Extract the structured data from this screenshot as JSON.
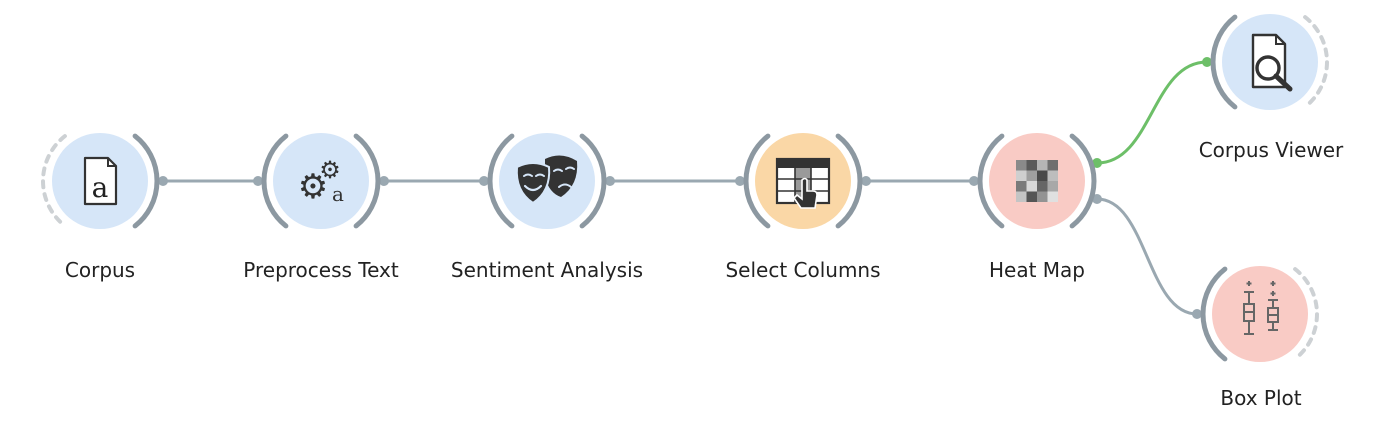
{
  "colors": {
    "arc": "#8c98a1",
    "arc_dashed": "#cdd1d4",
    "link": "#9aa8b1",
    "link_active": "#6dbf68",
    "blue_circle": "#d6e6f8",
    "orange_circle": "#fad7a6",
    "red_circle": "#f9cbc5",
    "icon_dark": "#333333"
  },
  "nodes": [
    {
      "id": "corpus",
      "name": "Corpus",
      "icon": "document-a-icon",
      "color": "blue",
      "input": false,
      "output": true
    },
    {
      "id": "preprocess",
      "name": "Preprocess Text",
      "icon": "gears-a-icon",
      "color": "blue",
      "input": true,
      "output": true
    },
    {
      "id": "sentiment",
      "name": "Sentiment Analysis",
      "icon": "theater-masks-icon",
      "color": "blue",
      "input": true,
      "output": true
    },
    {
      "id": "select",
      "name": "Select Columns",
      "icon": "table-pointer-icon",
      "color": "orange",
      "input": true,
      "output": true
    },
    {
      "id": "heatmap",
      "name": "Heat Map",
      "icon": "heatmap-icon",
      "color": "red",
      "input": true,
      "output": true
    },
    {
      "id": "corpusviewer",
      "name": "Corpus Viewer",
      "icon": "document-search-icon",
      "color": "blue",
      "input": true,
      "output": false
    },
    {
      "id": "boxplot",
      "name": "Box Plot",
      "icon": "boxplot-icon",
      "color": "red",
      "input": true,
      "output": false
    }
  ],
  "links": [
    {
      "from": "corpus",
      "to": "preprocess",
      "active": false
    },
    {
      "from": "preprocess",
      "to": "sentiment",
      "active": false
    },
    {
      "from": "sentiment",
      "to": "select",
      "active": false
    },
    {
      "from": "select",
      "to": "heatmap",
      "active": false
    },
    {
      "from": "heatmap",
      "to": "corpusviewer",
      "active": true
    },
    {
      "from": "heatmap",
      "to": "boxplot",
      "active": false
    }
  ]
}
